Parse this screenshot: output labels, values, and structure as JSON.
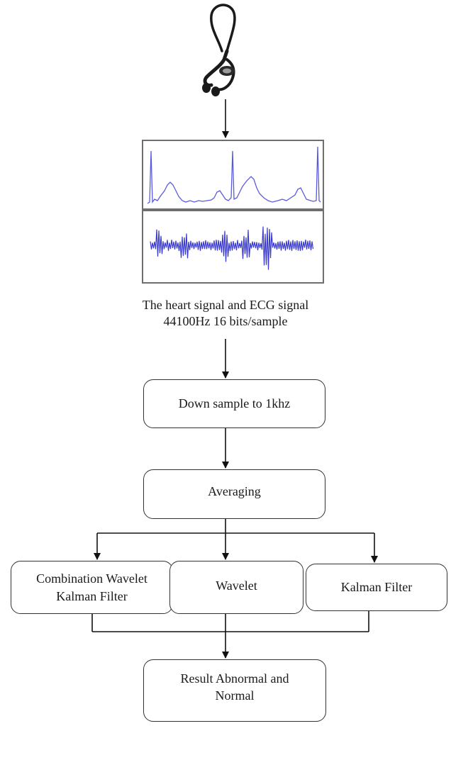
{
  "diagram": {
    "input_caption": {
      "line1": "The heart signal and ECG signal",
      "line2": "44100Hz 16 bits/sample"
    },
    "steps": {
      "downsample": "Down sample to 1khz",
      "averaging": "Averaging"
    },
    "branches": {
      "combination": {
        "line1": "Combination Wavelet",
        "line2": "Kalman Filter"
      },
      "wavelet": "Wavelet",
      "kalman": "Kalman Filter"
    },
    "result": {
      "line1": "Result Abnormal and",
      "line2": "Normal"
    }
  },
  "icons": {
    "stethoscope": "stethoscope-icon",
    "heart_signal": "heart-signal-waveform",
    "ecg_signal": "ecg-signal-waveform"
  },
  "colors": {
    "waveform": "#5a5ae0",
    "box_border": "#333333",
    "panel_border": "#6e6e6e",
    "arrow": "#111111"
  }
}
